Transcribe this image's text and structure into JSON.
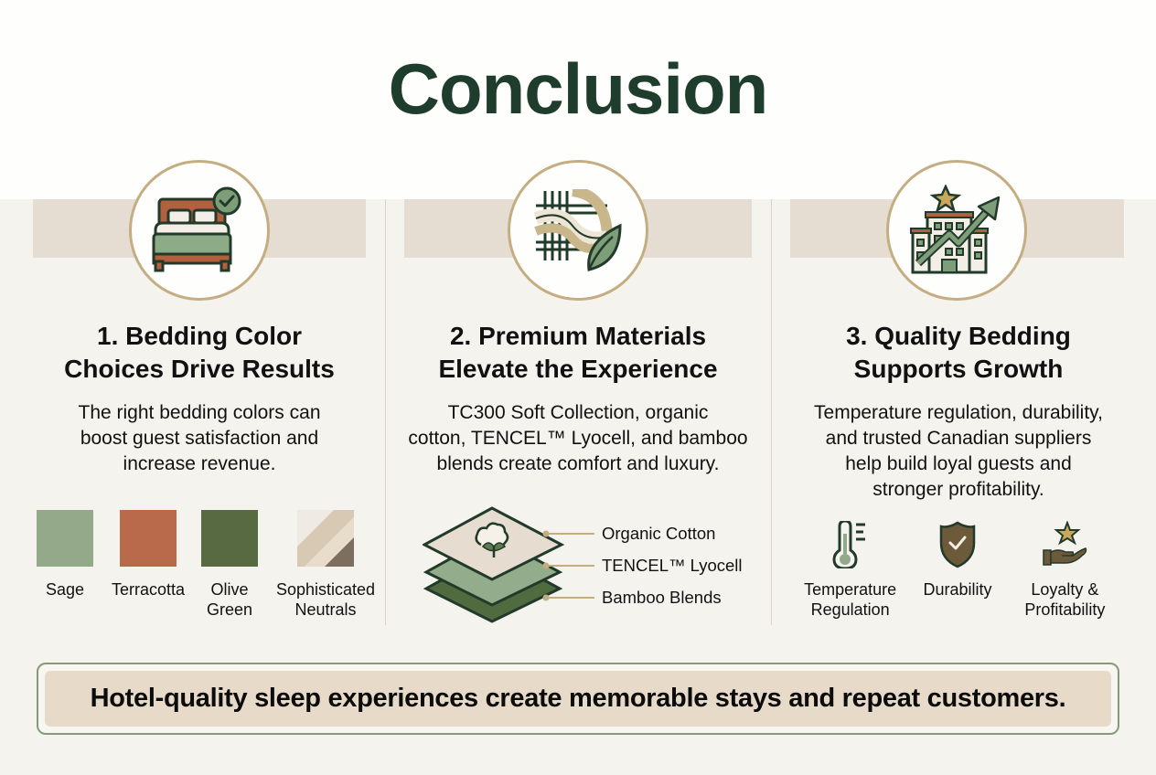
{
  "title": "Conclusion",
  "colors": {
    "title_green": "#1f3d2c",
    "band_beige": "#e6ddd2",
    "circle_gold": "#c5ad82",
    "sage": "#93a98a",
    "terracotta": "#b86a4a",
    "olive_green": "#586a42",
    "footer_border": "#86997c",
    "footer_fill": "#e7dac9"
  },
  "columns": [
    {
      "icon": "bed-checkmark-icon",
      "heading_line1": "1. Bedding Color",
      "heading_line2": "Choices Drive Results",
      "text_lines": [
        "The right bedding colors can",
        "boost guest satisfaction and",
        "increase revenue."
      ],
      "swatches": [
        {
          "label_line1": "Sage",
          "label_line2": "",
          "color": "#93a98a"
        },
        {
          "label_line1": "Terracotta",
          "label_line2": "",
          "color": "#b86a4a"
        },
        {
          "label_line1": "Olive",
          "label_line2": "Green",
          "color": "#586a42"
        },
        {
          "label_line1": "Sophisticated",
          "label_line2": "Neutrals",
          "color": "#d9cbb8"
        }
      ]
    },
    {
      "icon": "woven-fabric-leaf-icon",
      "heading_line1": "2. Premium Materials",
      "heading_line2": "Elevate the Experience",
      "text_lines": [
        "TC300 Soft Collection, organic",
        "cotton, TENCEL™ Lyocell, and bamboo",
        "blends create comfort and luxury."
      ],
      "layers": [
        {
          "label": "Organic Cotton"
        },
        {
          "label": "TENCEL™ Lyocell"
        },
        {
          "label": "Bamboo Blends"
        }
      ]
    },
    {
      "icon": "hotel-growth-arrow-icon",
      "heading_line1": "3. Quality Bedding",
      "heading_line2": "Supports Growth",
      "text_lines": [
        "Temperature regulation, durability,",
        "and trusted Canadian suppliers",
        "help build loyal guests and",
        "stronger profitability."
      ],
      "features": [
        {
          "icon": "thermometer-icon",
          "label_line1": "Temperature",
          "label_line2": "Regulation"
        },
        {
          "icon": "shield-check-icon",
          "label_line1": "Durability",
          "label_line2": ""
        },
        {
          "icon": "hand-star-icon",
          "label_line1": "Loyalty &",
          "label_line2": "Profitability"
        }
      ]
    }
  ],
  "footer": {
    "text": "Hotel-quality sleep experiences create memorable stays and repeat customers."
  }
}
